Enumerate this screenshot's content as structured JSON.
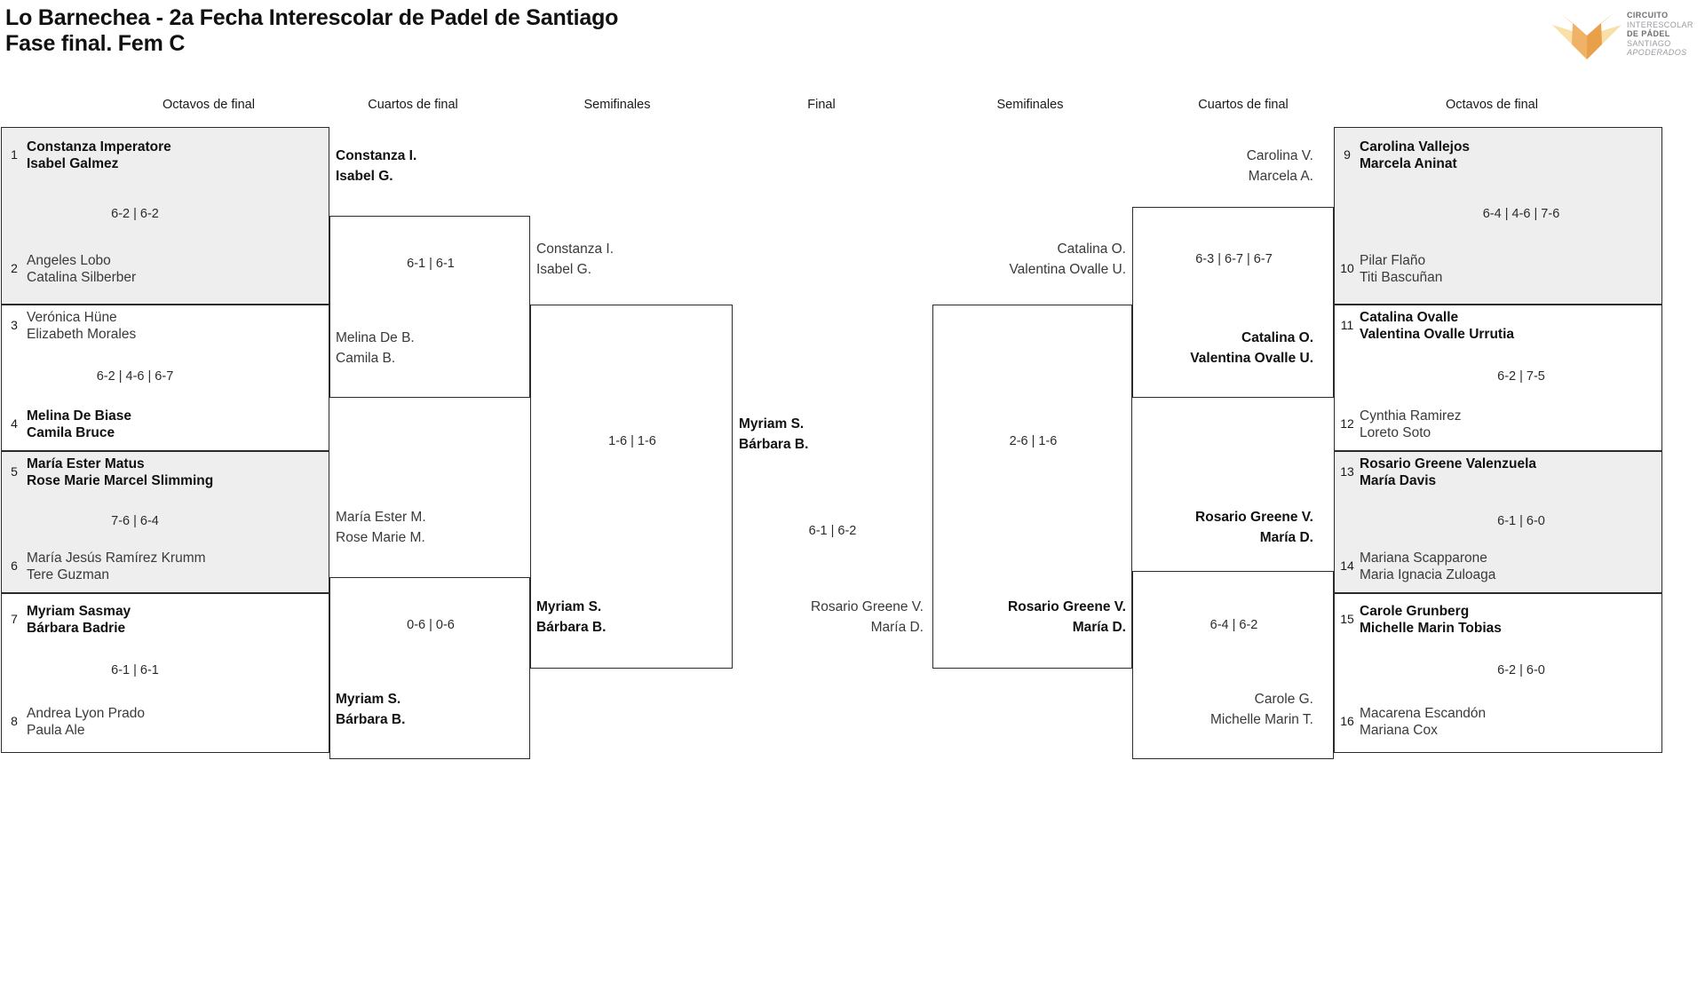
{
  "header": {
    "title_line1": "Lo Barnechea - 2a Fecha Interescolar de Padel de Santiago",
    "title_line2": "Fase final. Fem C"
  },
  "logo": {
    "line1": "CIRCUITO",
    "line2": "INTERESCOLAR",
    "line3": "DE PÁDEL",
    "line4": "SANTIAGO",
    "line5": "APODERADOS",
    "mark_color_dark": "#e8a04a",
    "mark_color_mid": "#f0b267",
    "mark_color_light": "#f9dfa8"
  },
  "round_headers": {
    "left_octavos": "Octavos de final",
    "left_cuartos": "Cuartos de final",
    "left_semis": "Semifinales",
    "final": "Final",
    "right_semis": "Semifinales",
    "right_cuartos": "Cuartos de final",
    "right_octavos": "Octavos de final"
  },
  "left_octavos": [
    {
      "seed_a": "1",
      "a1": "Constanza Imperatore",
      "a2": "Isabel Galmez",
      "a_win": true,
      "score": "6-2 | 6-2",
      "seed_b": "2",
      "b1": "Angeles Lobo",
      "b2": "Catalina Silberber",
      "b_win": false
    },
    {
      "seed_a": "3",
      "a1": "Verónica Hüne",
      "a2": "Elizabeth Morales",
      "a_win": false,
      "score": "6-2 | 4-6 | 6-7",
      "seed_b": "4",
      "b1": "Melina De Biase",
      "b2": "Camila Bruce",
      "b_win": true
    },
    {
      "seed_a": "5",
      "a1": "María Ester Matus",
      "a2": "Rose Marie Marcel Slimming",
      "a_win": true,
      "score": "7-6 | 6-4",
      "seed_b": "6",
      "b1": "María Jesús Ramírez Krumm",
      "b2": "Tere Guzman",
      "b_win": false
    },
    {
      "seed_a": "7",
      "a1": "Myriam Sasmay",
      "a2": "Bárbara Badrie",
      "a_win": true,
      "score": "6-1 | 6-1",
      "seed_b": "8",
      "b1": "Andrea Lyon Prado",
      "b2": "Paula Ale",
      "b_win": false
    }
  ],
  "right_octavos": [
    {
      "seed_a": "9",
      "a1": "Carolina Vallejos",
      "a2": "Marcela Aninat",
      "a_win": true,
      "score": "6-4 | 4-6 | 7-6",
      "seed_b": "10",
      "b1": "Pilar Flaño",
      "b2": "Titi Bascuñan",
      "b_win": false
    },
    {
      "seed_a": "11",
      "a1": "Catalina Ovalle",
      "a2": "Valentina Ovalle Urrutia",
      "a_win": true,
      "score": "6-2 | 7-5",
      "seed_b": "12",
      "b1": "Cynthia Ramirez",
      "b2": "Loreto Soto",
      "b_win": false
    },
    {
      "seed_a": "13",
      "a1": "Rosario Greene Valenzuela",
      "a2": "María Davis",
      "a_win": true,
      "score": "6-1 | 6-0",
      "seed_b": "14",
      "b1": "Mariana Scapparone",
      "b2": "Maria Ignacia Zuloaga",
      "b_win": false
    },
    {
      "seed_a": "15",
      "a1": "Carole Grunberg",
      "a2": "Michelle Marin Tobias",
      "a_win": true,
      "score": "6-2 | 6-0",
      "seed_b": "16",
      "b1": "Macarena Escandón",
      "b2": "Mariana Cox",
      "b_win": false
    }
  ],
  "left_cuartos": [
    {
      "a1": "Constanza I.",
      "a2": "Isabel G.",
      "a_win": true,
      "score": "6-1 | 6-1",
      "b1": "Melina De B.",
      "b2": "Camila B.",
      "b_win": false
    },
    {
      "a1": "María Ester M.",
      "a2": "Rose Marie M.",
      "a_win": false,
      "score": "0-6 | 0-6",
      "b1": "Myriam S.",
      "b2": "Bárbara B.",
      "b_win": true
    }
  ],
  "right_cuartos": [
    {
      "a1": "Carolina V.",
      "a2": "Marcela A.",
      "a_win": false,
      "score": "6-3 | 6-7 | 6-7",
      "b1": "Catalina O.",
      "b2": "Valentina Ovalle U.",
      "b_win": true
    },
    {
      "a1": "Rosario Greene V.",
      "a2": "María D.",
      "a_win": true,
      "score": "6-4 | 6-2",
      "b1": "Carole G.",
      "b2": "Michelle Marin T.",
      "b_win": false
    }
  ],
  "left_semi": {
    "a1": "Constanza I.",
    "a2": "Isabel G.",
    "a_win": false,
    "score": "1-6 | 1-6",
    "b1": "Myriam S.",
    "b2": "Bárbara B.",
    "b_win": true
  },
  "right_semi": {
    "a1": "Catalina O.",
    "a2": "Valentina Ovalle U.",
    "a_win": false,
    "score": "2-6 | 1-6",
    "b1": "Rosario Greene V.",
    "b2": "María D.",
    "b_win": true
  },
  "final": {
    "a1": "Myriam S.",
    "a2": "Bárbara B.",
    "a_win": true,
    "score": "6-1 | 6-2",
    "b1": "Rosario Greene V.",
    "b2": "María D.",
    "b_win": false
  }
}
